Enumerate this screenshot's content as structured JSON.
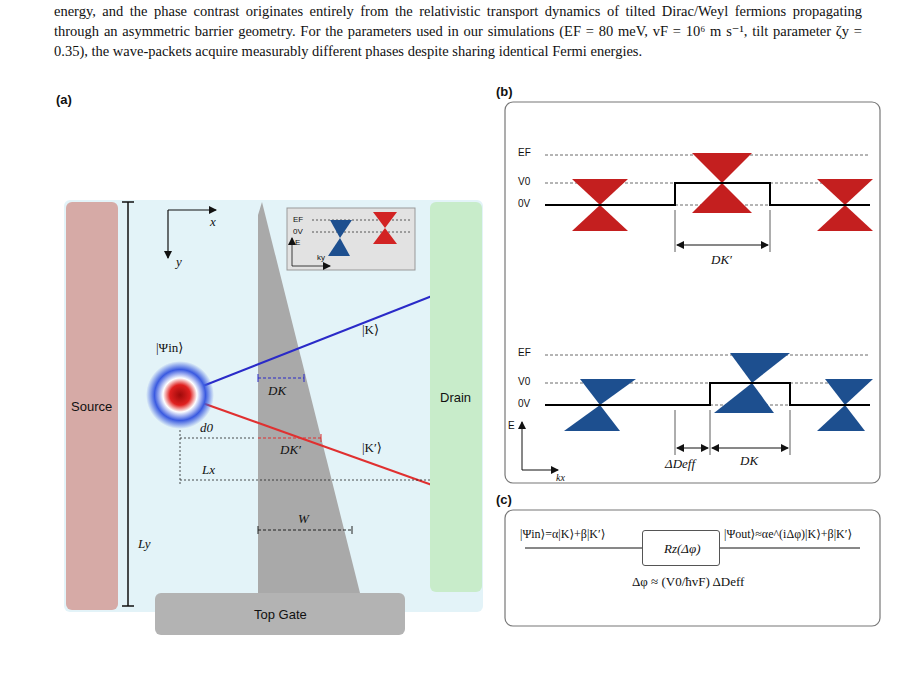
{
  "diagram": {
    "nodes": [
      {
        "text": [
          "(a)"
        ]
      },
      {
        "text": [
          "Source"
        ],
        "in": 0
      },
      {
        "text": [
          "EF",
          "0V",
          "E",
          "ky"
        ],
        "in": 0
      },
      {
        "text": [
          "Drain"
        ],
        "in": 0
      },
      {
        "text": [
          "Top Gate"
        ]
      },
      {
        "text": [
          "(b)"
        ]
      },
      {
        "text": [
          "(c)"
        ]
      },
      {
        "text": [
          "Rz(Δφ)"
        ],
        "in": 6
      }
    ],
    "labels": [
      "energy, and the phase contrast originates entirely from the relativistic transport dynamics of tilted Dirac/Weyl fermions propagating through an asymmetric barrier geometry. For the parameters used in our simulations (EF = 80 meV, vF = 10⁶ m s⁻¹, tilt parameter ζy = 0.35), the wave-packets acquire measurably different phases despite sharing identical Fermi energies.",
      "x",
      "y",
      "|Ψin⟩",
      "DK",
      "|K⟩",
      "|K′⟩",
      "d0",
      "DK′",
      "Lx",
      "Ly",
      "W",
      "EF",
      "V0",
      "0V",
      "DK′",
      "EF",
      "V0",
      "0V",
      "E",
      "kx",
      "ΔDeff",
      "DK",
      "|Ψin⟩=α|K⟩+β|K′⟩",
      "|Ψout⟩≈αe^(iΔφ)|K⟩+β|K′⟩",
      "Δφ ≈ (V0/ħvF) ΔDeff"
    ]
  }
}
